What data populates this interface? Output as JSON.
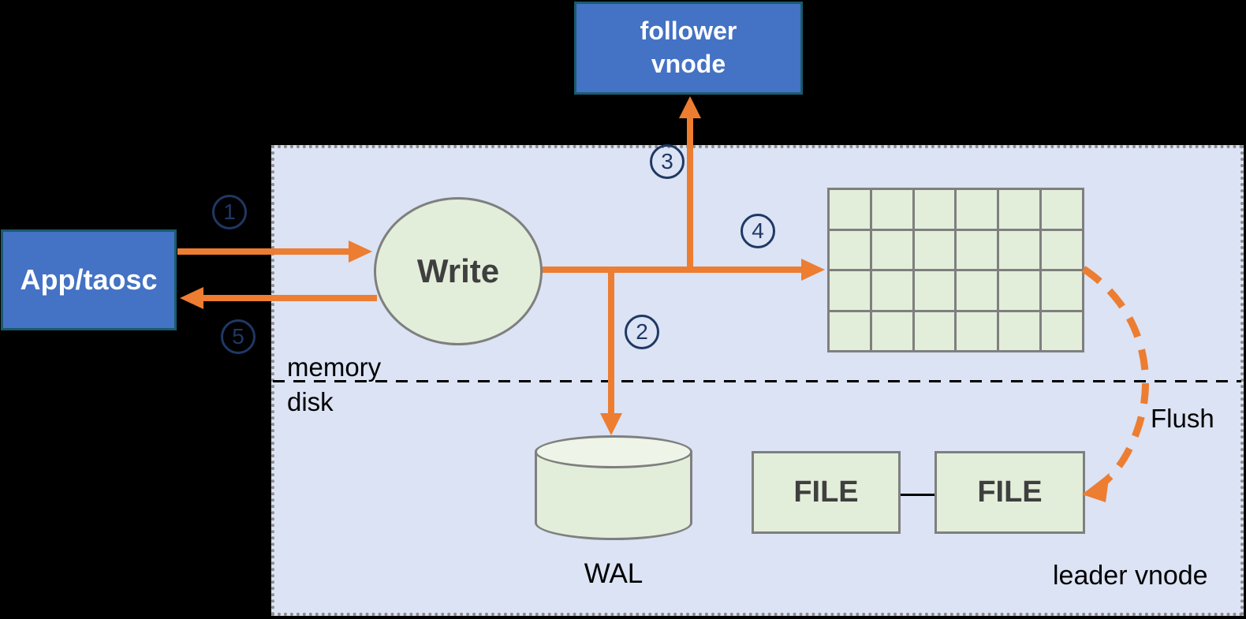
{
  "nodes": {
    "app": {
      "label": "App/taosc"
    },
    "follower": {
      "label": "follower\nvnode"
    },
    "write": {
      "label": "Write"
    },
    "wal": {
      "label": "WAL"
    },
    "file_left": {
      "label": "FILE"
    },
    "file_right": {
      "label": "FILE"
    }
  },
  "labels": {
    "memory": "memory",
    "disk": "disk",
    "flush": "Flush",
    "leader_vnode": "leader vnode"
  },
  "steps": [
    "1",
    "2",
    "3",
    "4",
    "5"
  ],
  "grid": {
    "rows": 4,
    "cols": 6
  },
  "colors": {
    "arrow_orange": "#ed7d31",
    "step_navy": "#1f3864",
    "node_blue": "#4472c4",
    "node_blue_border": "#1a5b6e",
    "node_green": "#e2eeda",
    "container_lavender": "#dbe3f4",
    "border_gray": "#7f7f7f",
    "background": "#000000"
  }
}
